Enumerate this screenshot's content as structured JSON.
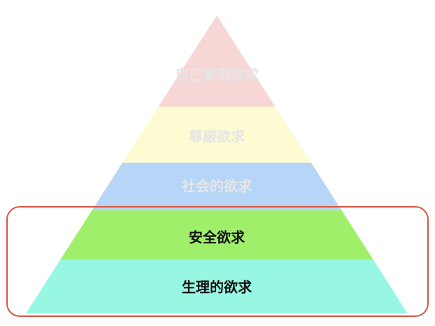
{
  "pyramid": {
    "levels": [
      {
        "label": "自己実現欲求",
        "fill": "#f7d7d6",
        "text_color": "#e6e6e6",
        "highlighted": false
      },
      {
        "label": "尊厳欲求",
        "fill": "#fdfbd2",
        "text_color": "#e6e6e6",
        "highlighted": false
      },
      {
        "label": "社会的欲求",
        "fill": "#b6d5f7",
        "text_color": "#e6e6e6",
        "highlighted": false
      },
      {
        "label": "安全欲求",
        "fill": "#9fef6a",
        "text_color": "#111111",
        "highlighted": true
      },
      {
        "label": "生理的欲求",
        "fill": "#98f7e3",
        "text_color": "#111111",
        "highlighted": true
      }
    ],
    "highlight_color": "#d9553f"
  }
}
